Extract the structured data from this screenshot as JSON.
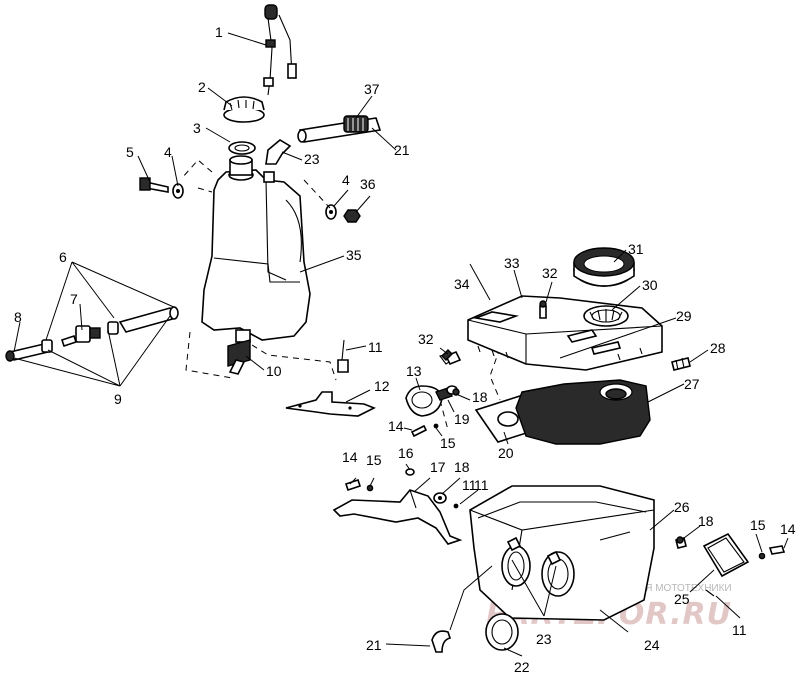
{
  "callouts": [
    "1",
    "2",
    "3",
    "4",
    "4",
    "5",
    "6",
    "7",
    "8",
    "9",
    "10",
    "11",
    "11",
    "11",
    "11",
    "12",
    "13",
    "14",
    "14",
    "14",
    "15",
    "15",
    "15",
    "16",
    "17",
    "18",
    "18",
    "18",
    "19",
    "20",
    "21",
    "21",
    "22",
    "23",
    "23",
    "24",
    "25",
    "26",
    "27",
    "28",
    "29",
    "30",
    "31",
    "32",
    "32",
    "33",
    "34",
    "35",
    "36",
    "37"
  ],
  "watermark": {
    "caption": "ЗАПЧАСТИ И АКСЕССУАРЫ ДЛЯ МОТОТЕХНИКИ",
    "brand": "PARTZFOR.RU"
  }
}
